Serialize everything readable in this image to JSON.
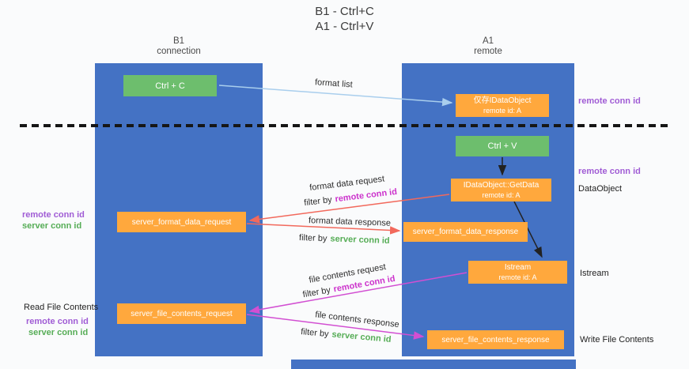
{
  "title": {
    "line1": "B1 - Ctrl+C",
    "line2": "A1 - Ctrl+V"
  },
  "lanes": {
    "left": {
      "name": "B1",
      "role": "connection"
    },
    "right": {
      "name": "A1",
      "role": "remote"
    }
  },
  "nodes": {
    "ctrl_c": {
      "label": "Ctrl + C"
    },
    "ctrl_v": {
      "label": "Ctrl + V"
    },
    "idataobject_cache": {
      "line1": "仅存IDataObject",
      "line2": "remote id: A"
    },
    "getdata": {
      "line1": "IDataObject::GetData",
      "line2": "remote id: A"
    },
    "istream": {
      "line1": "Istream",
      "line2": "remote id: A"
    },
    "server_format_data_request": {
      "label": "server_format_data_request"
    },
    "server_format_data_response": {
      "label": "server_format_data_response"
    },
    "server_file_contents_request": {
      "label": "server_file_contents_request"
    },
    "server_file_contents_response": {
      "label": "server_file_contents_response"
    }
  },
  "arrow_labels": {
    "format_list": "format list",
    "format_data_request": "format data request",
    "format_data_response": "format data response",
    "file_contents_request": "file contents request",
    "file_contents_response": "file contents response",
    "filter_by": "filter by",
    "remote_conn_id": "remote conn id",
    "server_conn_id": "server conn id"
  },
  "side_labels": {
    "remote_conn_id": "remote conn id",
    "server_conn_id": "server conn id",
    "dataobject": "DataObject",
    "istream": "Istream",
    "read_file_contents": "Read File Contents",
    "write_file_contents": "Write File Contents"
  },
  "colors": {
    "lane_blue": "#4472C4",
    "node_green": "#6DBE6D",
    "node_orange": "#FFA83D",
    "arrow_blue": "#A9CEED",
    "arrow_red": "#F2695C",
    "arrow_magenta": "#D24FD2",
    "text_purple": "#A05CD5",
    "text_magenta": "#CC33CC",
    "text_green": "#56AD56"
  }
}
